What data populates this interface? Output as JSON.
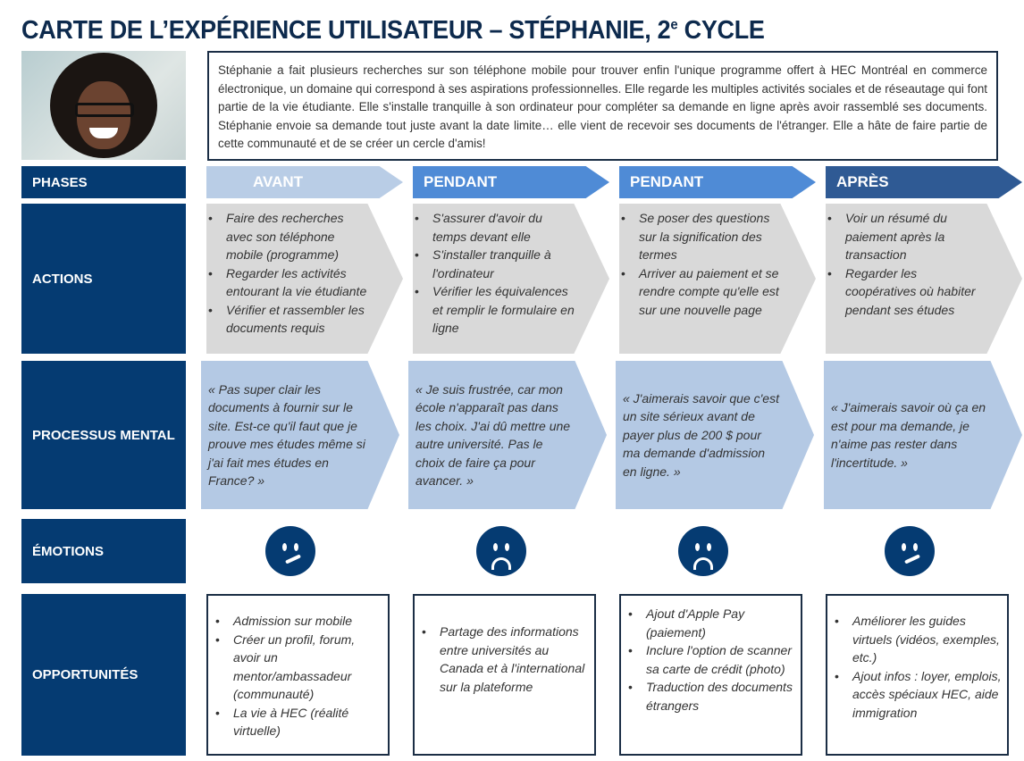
{
  "title": "CARTE DE L’EXPÉRIENCE UTILISATEUR – STÉPHANIE, 2",
  "title_sup": "e",
  "title_end": " CYCLE",
  "description": "Stéphanie a fait plusieurs recherches sur son téléphone mobile pour trouver enfin l'unique programme offert à HEC Montréal en commerce électronique, un domaine qui correspond à ses aspirations professionnelles. Elle regarde les multiples activités sociales et de réseautage qui font partie de la vie étudiante. Elle s'installe tranquille à son ordinateur pour compléter sa demande en ligne après avoir rassemblé ses documents. Stéphanie envoie sa demande tout juste avant la date limite… elle vient de recevoir ses documents de l'étranger. Elle a hâte de faire partie de cette communauté et de se créer un cercle d'amis!",
  "labels": [
    "PHASES",
    "ACTIONS",
    "PROCESSUS MENTAL",
    "ÉMOTIONS",
    "OPPORTUNITÉS"
  ],
  "colors": {
    "navy": "#053b72",
    "phase": [
      "#b9cde6",
      "#4f8bd6",
      "#4f8bd6",
      "#2f5a94"
    ],
    "action": "#d9d9d9",
    "mental": "#b4c9e4"
  },
  "columns": [
    {
      "phase": "AVANT",
      "actions": [
        "Faire des recherches avec son téléphone mobile (programme)",
        "Regarder  les activités entourant la vie étudiante",
        "Vérifier et rassembler les documents requis"
      ],
      "mental": "« Pas super clair les documents à fournir sur le site. Est-ce qu'il faut que je prouve mes études même si j'ai fait mes études en France? »",
      "emotion": "skeptical-face-icon",
      "opportunities": [
        "Admission sur mobile",
        "Créer un profil, forum, avoir un mentor/ambassadeur (communauté)",
        "La vie à HEC (réalité virtuelle)"
      ]
    },
    {
      "phase": "PENDANT",
      "actions": [
        "S'assurer d'avoir du temps devant elle",
        "S'installer tranquille à l'ordinateur",
        "Vérifier les équivalences et remplir le formulaire en ligne"
      ],
      "mental": "« Je suis frustrée, car mon école n'apparaît pas dans les choix. J'ai dû mettre une autre université. Pas le choix de faire ça pour avancer. »",
      "emotion": "sad-face-icon",
      "opportunities": [
        "Partage des informations entre universités au Canada et à l'international sur la plateforme"
      ]
    },
    {
      "phase": "PENDANT",
      "actions": [
        "Se poser des questions sur  la signification des termes",
        "Arriver au paiement et se rendre compte qu'elle est sur une nouvelle page"
      ],
      "mental": "« J'aimerais savoir que c'est un site sérieux avant de payer plus de 200 $ pour ma demande d'admission en ligne. »",
      "emotion": "sad-face-icon",
      "opportunities": [
        "Ajout d'Apple Pay (paiement)",
        "Inclure l'option de scanner sa carte de crédit (photo)",
        "Traduction des documents étrangers"
      ]
    },
    {
      "phase": "APRÈS",
      "actions": [
        "Voir un résumé du paiement après la transaction",
        "Regarder les coopératives où habiter pendant ses études"
      ],
      "mental": "« J'aimerais savoir où ça en est pour ma demande, je n'aime pas rester dans l'incertitude. »",
      "emotion": "skeptical-face-icon",
      "opportunities": [
        "Améliorer les guides virtuels (vidéos, exemples, etc.)",
        "Ajout infos : loyer, emplois, accès spéciaux HEC, aide immigration"
      ]
    }
  ]
}
